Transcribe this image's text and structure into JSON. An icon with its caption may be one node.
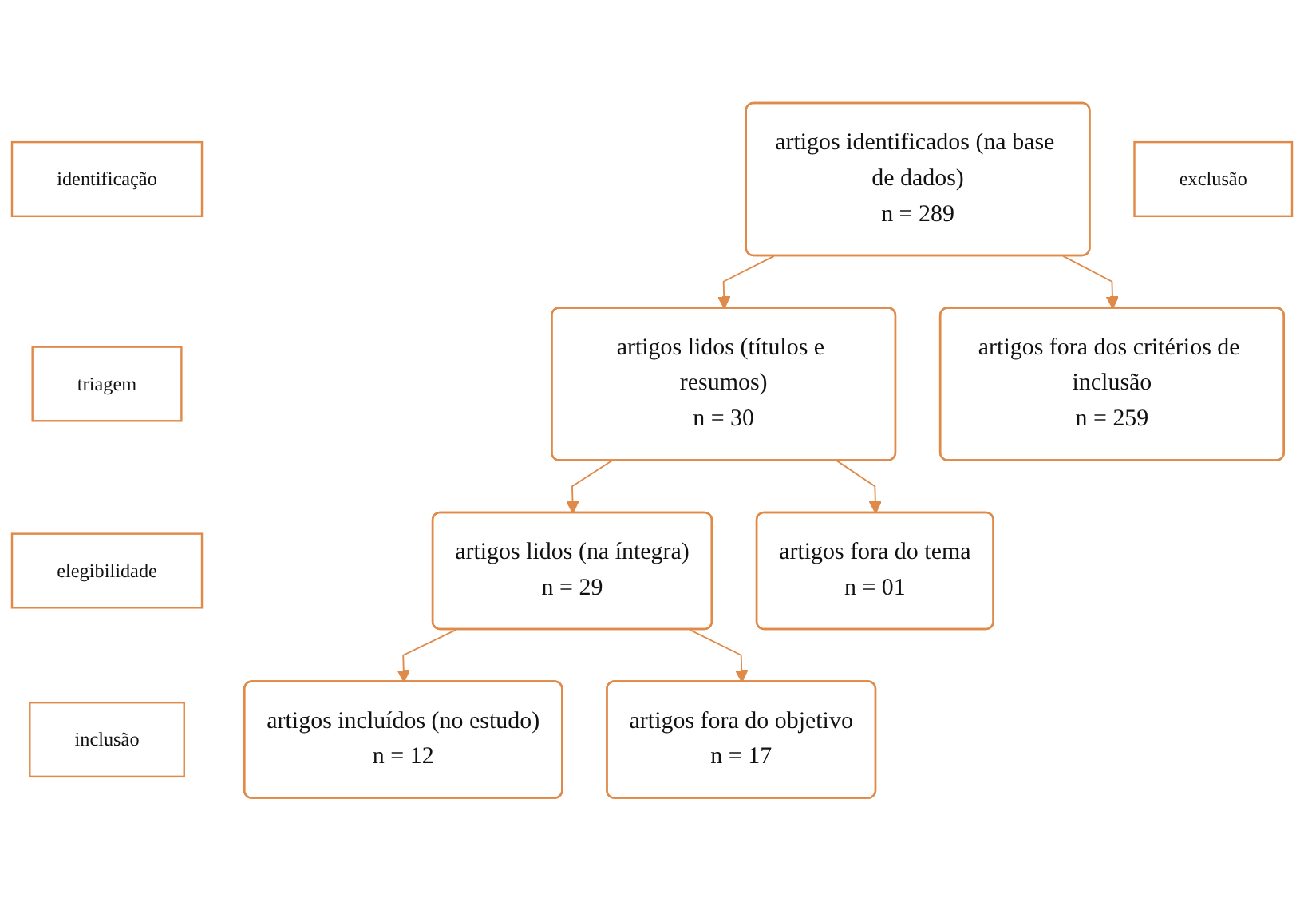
{
  "diagram": {
    "nodes": [
      {
        "text": [
          "identificação"
        ]
      },
      {
        "text": [
          "artigos identificados (na base de dados)",
          "n = 289"
        ]
      },
      {
        "text": [
          "artigos fora dos critérios de inclusão",
          "n = 259"
        ]
      },
      {
        "text": [
          "exclusão"
        ]
      },
      {
        "text": [
          "triagem"
        ]
      },
      {
        "text": [
          "artigos lidos (títulos e resumos)",
          "n = 30"
        ]
      },
      {
        "text": [
          "artigos fora do tema",
          "n = 01"
        ]
      },
      {
        "text": [
          "elegibilidade"
        ]
      },
      {
        "text": [
          "artigos lidos (na íntegra)",
          "n = 29"
        ]
      },
      {
        "text": [
          "artigos fora do objetivo",
          "n = 17"
        ]
      },
      {
        "text": [
          "inclusão"
        ]
      },
      {
        "text": [
          "artigos incluídos (no estudo)",
          "n = 12"
        ]
      }
    ],
    "edges": [
      {
        "from": 1,
        "to": 5,
        "arrow": "to"
      },
      {
        "from": 1,
        "to": 2,
        "arrow": "to"
      },
      {
        "from": 5,
        "to": 8,
        "arrow": "to"
      },
      {
        "from": 5,
        "to": 6,
        "arrow": "to"
      },
      {
        "from": 8,
        "to": 11,
        "arrow": "to"
      },
      {
        "from": 8,
        "to": 9,
        "arrow": "to"
      }
    ]
  }
}
